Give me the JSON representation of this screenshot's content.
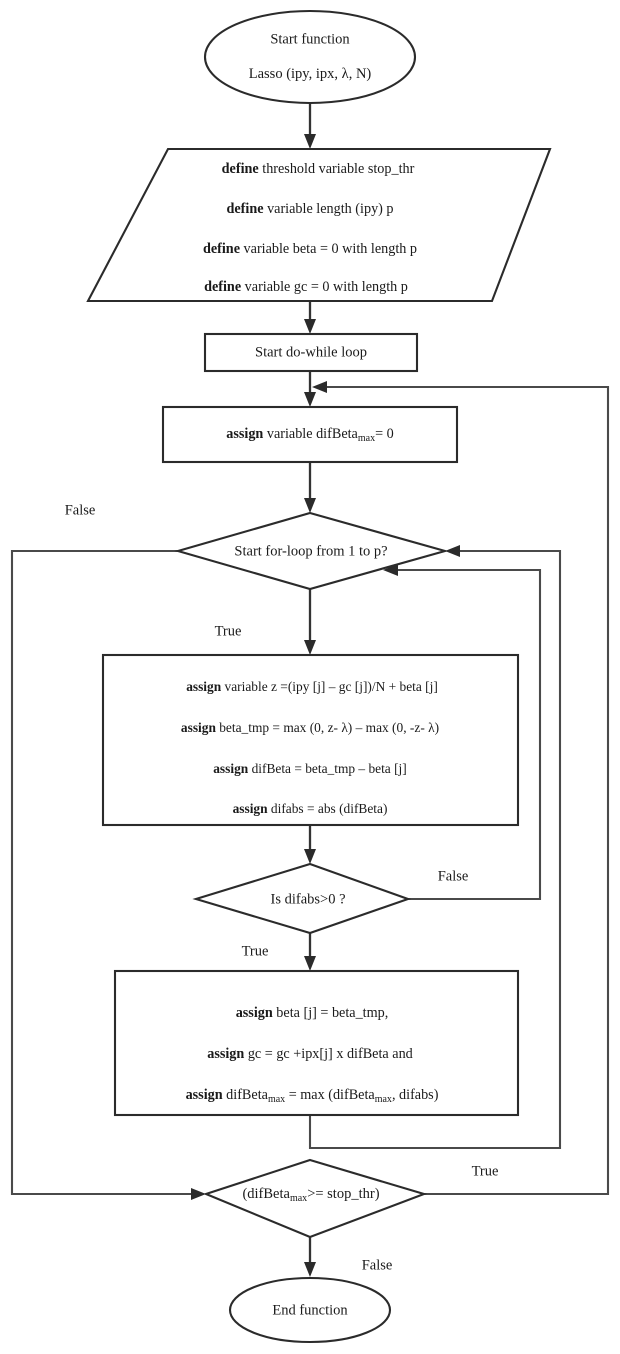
{
  "diagram": {
    "title": "Lasso coordinate descent flowchart",
    "colors": {
      "stroke": "#2b2b2b",
      "connector": "#4a4a4a",
      "background": "#ffffff",
      "text": "#1a1a1a"
    },
    "nodes": {
      "start": {
        "type": "terminator",
        "line1": "Start function",
        "line2_pre": "Lasso (ipy, ipx, ",
        "line2_lambda": "λ",
        "line2_post": ", N)"
      },
      "define_block": {
        "type": "data-parallelogram",
        "lines": [
          {
            "bold": "define",
            "rest": " threshold variable stop_thr"
          },
          {
            "bold": "define",
            "rest": " variable length (ipy) p"
          },
          {
            "bold": "define",
            "rest": " variable beta = 0 with length p"
          },
          {
            "bold": "define",
            "rest": " variable gc = 0 with length p"
          }
        ]
      },
      "do_while": {
        "type": "process",
        "label": "Start do-while loop"
      },
      "init_difbeta": {
        "type": "process",
        "bold": "assign",
        "rest_pre": " variable difBeta",
        "sub": "max",
        "rest_post": "= 0"
      },
      "for_loop": {
        "type": "decision",
        "label": "Start for-loop from 1 to p?"
      },
      "compute_block": {
        "type": "process",
        "lines": [
          {
            "bold": "assign",
            "rest": " variable z =(ipy [j] – gc [j])/N + beta [j]"
          },
          {
            "bold": "assign",
            "rest": " beta_tmp = max (0, z- λ) – max (0, -z- λ)"
          },
          {
            "bold": "assign",
            "rest": " difBeta = beta_tmp – beta [j]"
          },
          {
            "bold": "assign",
            "rest": " difabs = abs (difBeta)"
          }
        ]
      },
      "difabs_check": {
        "type": "decision",
        "label": "Is difabs>0 ?"
      },
      "update_block": {
        "type": "process",
        "line1": {
          "bold": "assign",
          "rest": " beta [j] = beta_tmp,"
        },
        "line2": {
          "bold": "assign",
          "rest": " gc = gc +ipx[j] x difBeta and"
        },
        "line3": {
          "bold": "assign",
          "pre": " difBeta",
          "sub1": "max",
          "mid": " = max (difBeta",
          "sub2": "max",
          "post": ", difabs)"
        }
      },
      "stop_check": {
        "type": "decision",
        "pre": "(difBeta",
        "sub": "max",
        "post": ">= stop_thr)"
      },
      "end": {
        "type": "terminator",
        "label": "End function"
      }
    },
    "edge_labels": {
      "for_loop_false": "False",
      "for_loop_true": "True",
      "difabs_false": "False",
      "difabs_true": "True",
      "stop_true": "True",
      "stop_false": "False"
    }
  }
}
